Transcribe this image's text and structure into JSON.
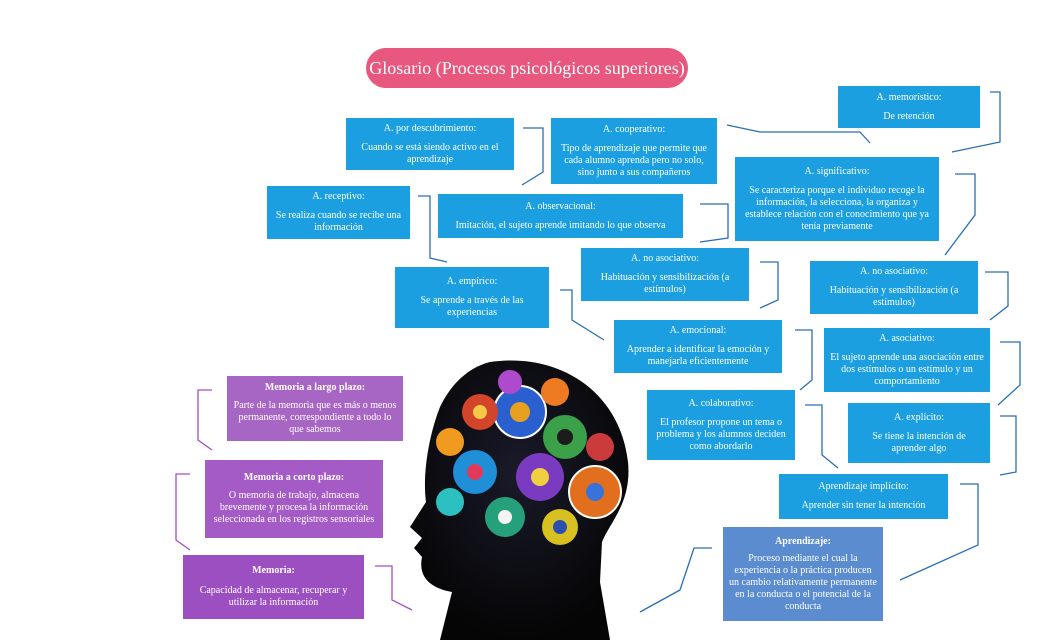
{
  "title": "Glosario (Procesos psicológicos superiores)",
  "boxes": {
    "memoristico": {
      "title": "A. memorístico:",
      "body": "De retención"
    },
    "descubrimiento": {
      "title": "A.  por descubrimiento:",
      "body": "Cuando se está siendo activo en el aprendizaje"
    },
    "cooperativo": {
      "title": "A. cooperativo:",
      "body": "Tipo de aprendizaje que permite que cada alumno aprenda pero no solo, sino junto a sus compañeros"
    },
    "significativo": {
      "title": "A. significativo:",
      "body": "Se caracteriza porque el individuo recoge la información, la selecciona, la organiza y establece relación con el conocimiento que ya tenía previamente"
    },
    "receptivo": {
      "title": "A.  receptivo:",
      "body": "Se realiza cuando se recibe una información"
    },
    "observacional": {
      "title": "A.  observacional:",
      "body": "Imitación, el sujeto aprende imitando lo que observa"
    },
    "no_asociativo_1": {
      "title": "A. no asociativo:",
      "body": "Habituación y sensibilización (a estímulos)"
    },
    "no_asociativo_2": {
      "title": "A. no asociativo:",
      "body": "Habituación y sensibilización (a estímulos)"
    },
    "empirico": {
      "title": "A. empírico:",
      "body": "Se aprende a través de las experiencias"
    },
    "emocional": {
      "title": "A. emocional:",
      "body": "Aprender a identificar la emoción y manejarla eficientemente"
    },
    "asociativo": {
      "title": "A. asociativo:",
      "body": "El sujeto aprende una asociación entre dos estímulos o un estímulo y un comportamiento"
    },
    "colaborativo": {
      "title": "A.  colaborativo:",
      "body": "El profesor propone un tema o problema y los alumnos deciden como abordarlo"
    },
    "explicito": {
      "title": "A. explícito:",
      "body": "Se tiene la intención de aprender algo"
    },
    "implicito": {
      "title": "Aprendizaje implícito:",
      "body": "Aprender sin tener la intención"
    },
    "aprendizaje": {
      "title": "Aprendizaje:",
      "body": "Proceso mediante el cual la experiencia o la práctica producen un cambio relativamente permanente en la conducta o el potencial de la conducta"
    },
    "memoria_largo": {
      "title": "Memoria a largo plazo:",
      "body": "Parte de la memoria que es más o menos permanente, correspondiente a todo lo que sabemos"
    },
    "memoria_corto": {
      "title": "Memoria a corto plazo:",
      "body": "O memoria de trabajo, almacena brevemente y procesa la información seleccionada en los registros sensoriales"
    },
    "memoria": {
      "title": "Memoria:",
      "body": "Capacidad de almacenar, recuperar y utilizar la información"
    }
  },
  "colors": {
    "title_bg": "#e8577d",
    "cyan": "#1b9fe0",
    "dark_blue": "#5b8ccf",
    "purple": "#a866c4"
  }
}
